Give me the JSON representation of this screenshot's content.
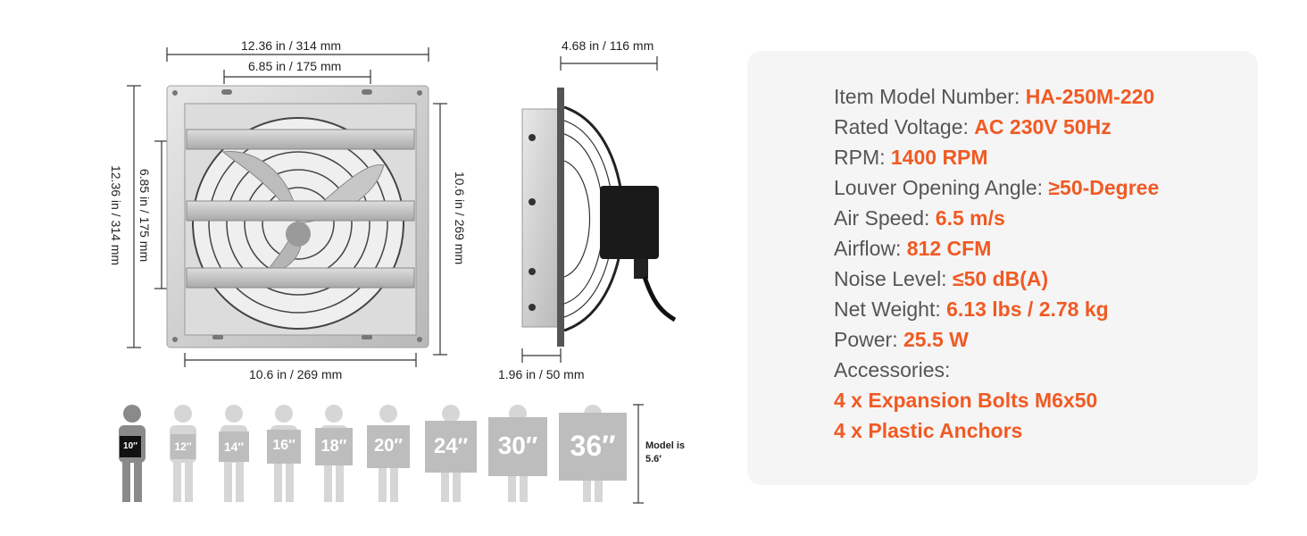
{
  "dimensions": {
    "front_width_outer": "12.36 in / 314 mm",
    "front_width_inner": "6.85 in / 175 mm",
    "front_height_outer": "12.36 in / 314 mm",
    "front_height_inner": "6.85 in / 175 mm",
    "front_body_height": "10.6 in / 269 mm",
    "front_body_width": "10.6 in / 269 mm",
    "side_depth": "4.68 in / 116 mm",
    "side_flange": "1.96 in / 50 mm"
  },
  "size_comparison": {
    "sizes": [
      "10″",
      "12″",
      "14″",
      "16″",
      "18″",
      "20″",
      "24″",
      "30″",
      "36″"
    ],
    "highlighted_index": 0,
    "model_note": "Model is 5.6′"
  },
  "specs": {
    "rows": [
      {
        "label": "Item Model Number: ",
        "value": "HA-250M-220"
      },
      {
        "label": "Rated Voltage: ",
        "value": "AC 230V 50Hz"
      },
      {
        "label": "RPM: ",
        "value": "1400 RPM"
      },
      {
        "label": "Louver Opening Angle: ",
        "value": "≥50-Degree"
      },
      {
        "label": "Air Speed: ",
        "value": "6.5 m/s"
      },
      {
        "label": "Airflow: ",
        "value": "812 CFM"
      },
      {
        "label": "Noise Level: ",
        "value": "≤50 dB(A)"
      },
      {
        "label": "Net Weight: ",
        "value": "6.13 lbs / 2.78 kg"
      },
      {
        "label": "Power: ",
        "value": "25.5 W"
      }
    ],
    "accessories_label": "Accessories:",
    "accessories": [
      "4 x Expansion Bolts M6x50",
      "4 x Plastic Anchors"
    ]
  },
  "colors": {
    "accent": "#f05a24",
    "label_text": "#555555",
    "card_bg": "#f5f5f5",
    "figure_gray": "#c8c8c8",
    "figure_highlight": "#8a8a8a"
  }
}
